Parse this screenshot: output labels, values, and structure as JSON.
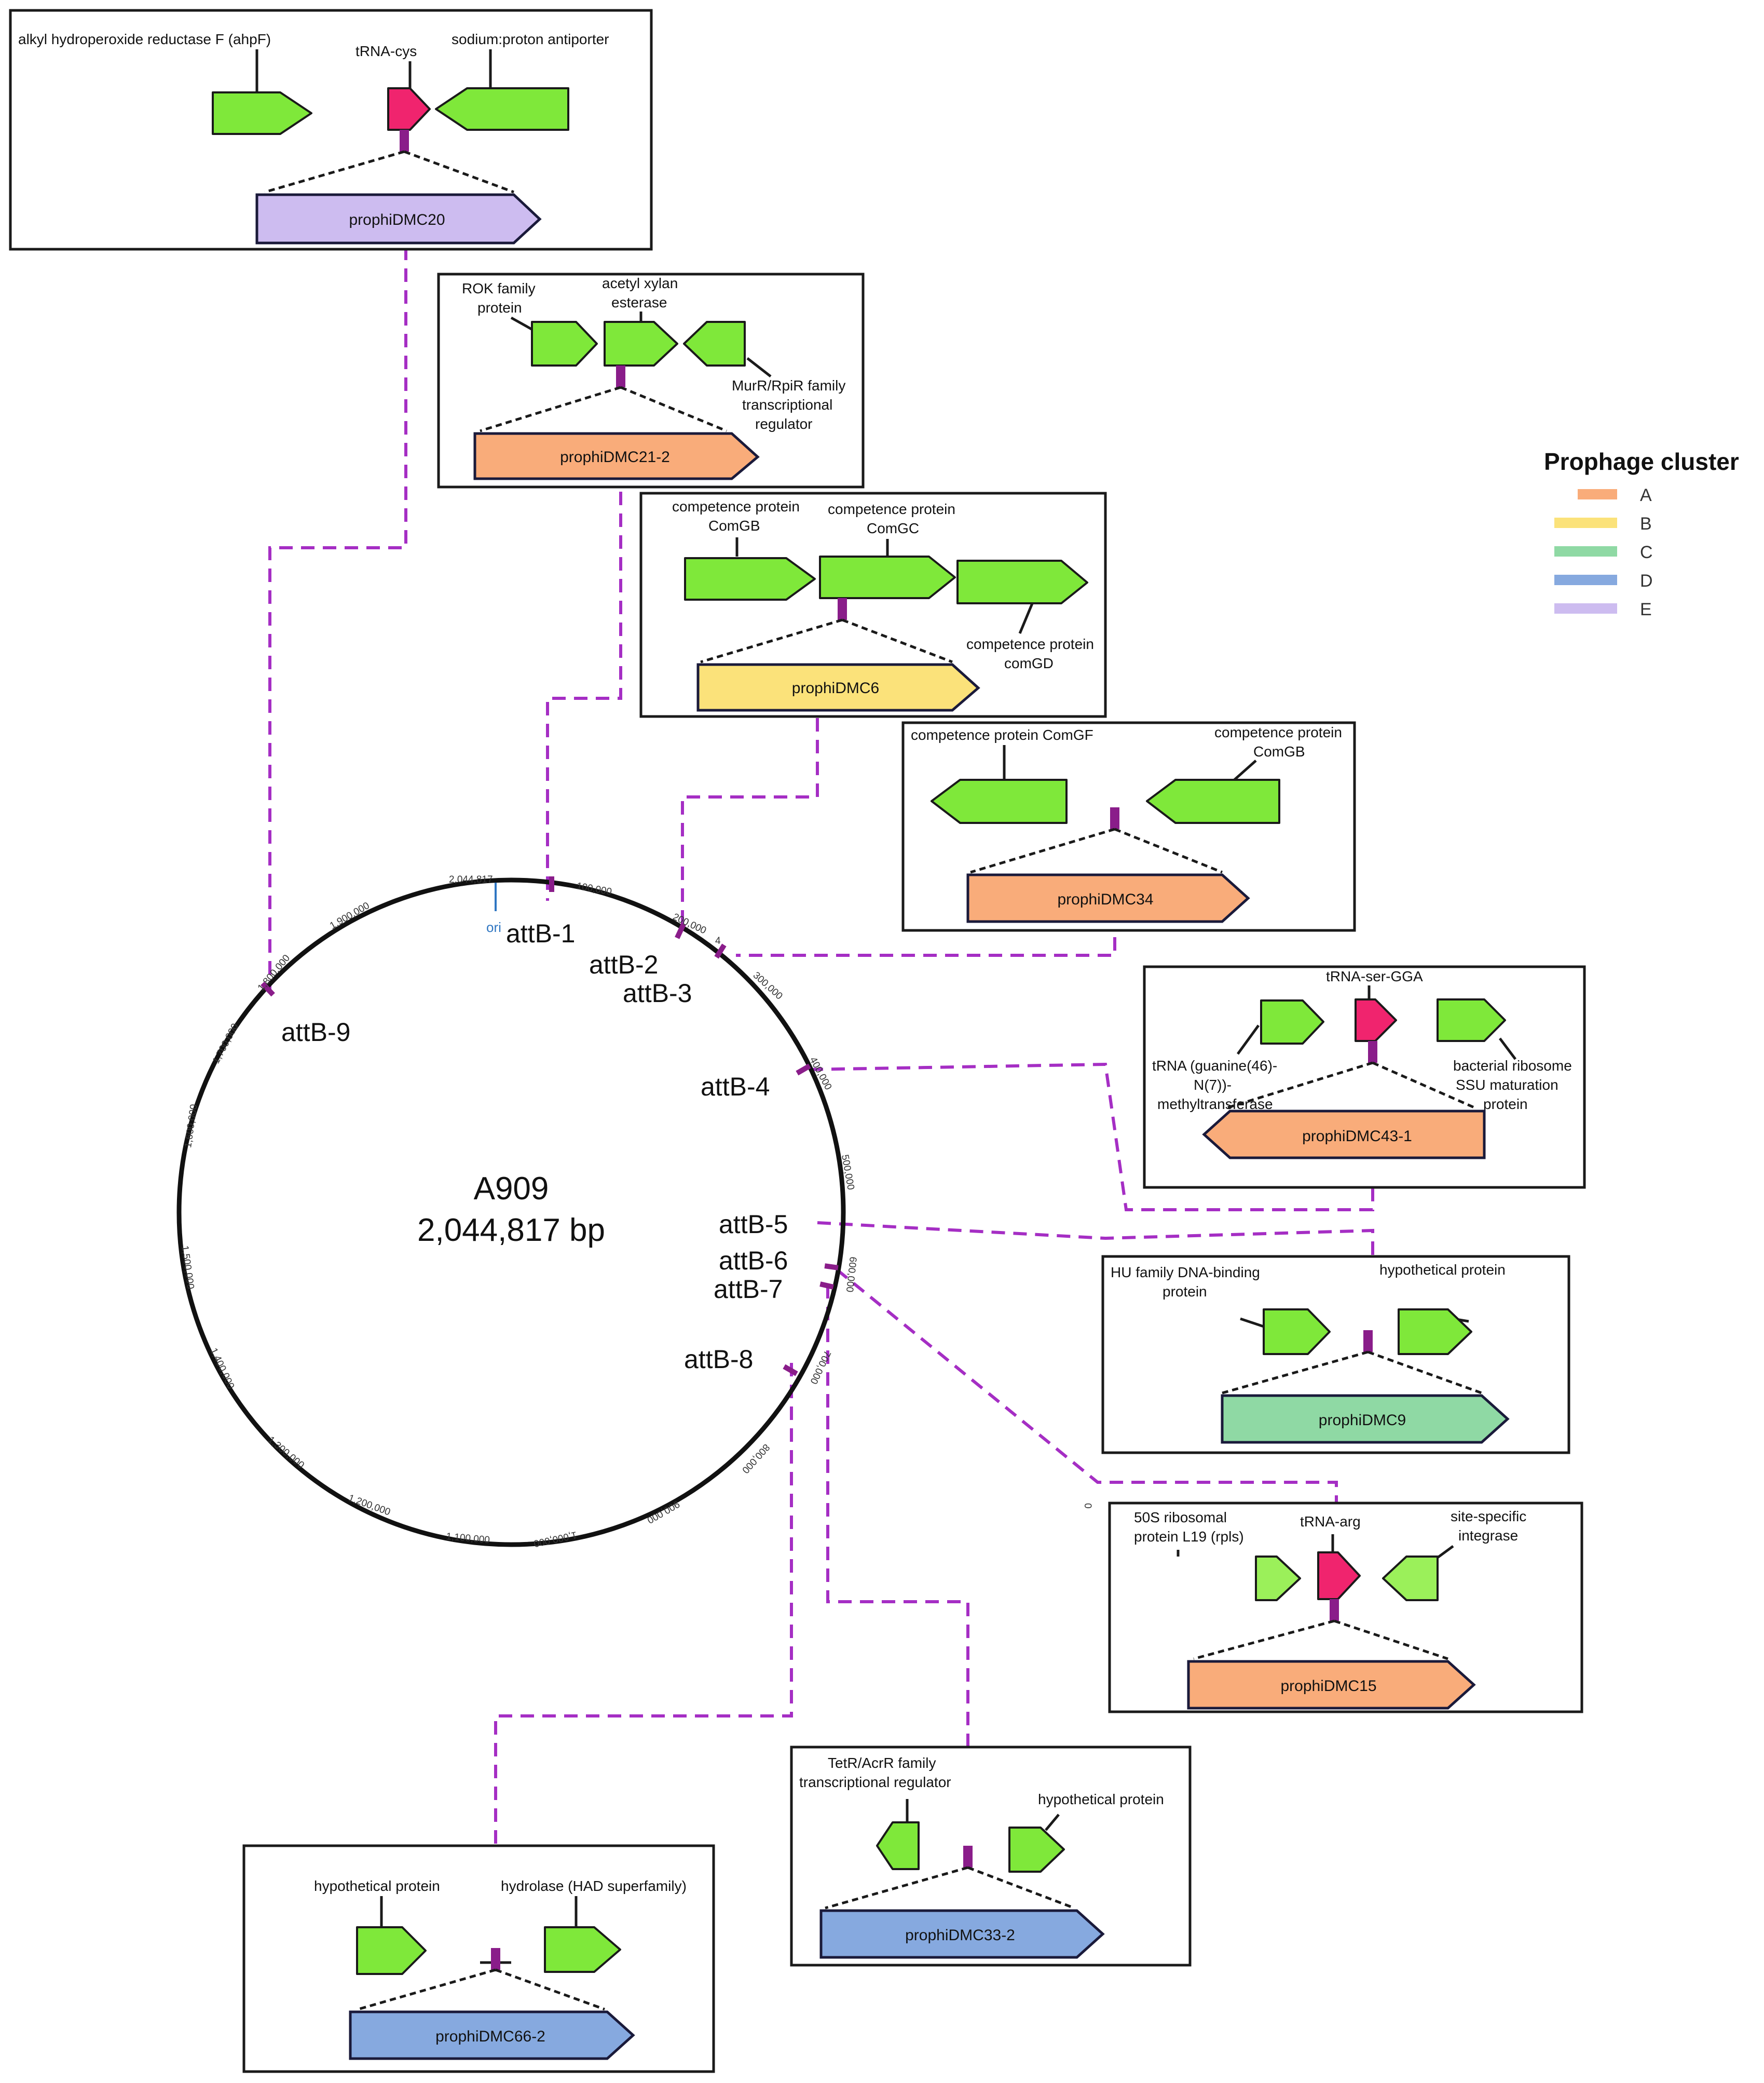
{
  "genome": {
    "name": "A909",
    "size_label": "2,044,817 bp",
    "ori_label": "ori"
  },
  "ticks": [
    "2,044,817",
    "100,000",
    "200,000",
    "300,000",
    "400,000",
    "500,000",
    "600,000",
    "700,000",
    "800,000",
    "900,000",
    "1,000,000",
    "1,100,000",
    "1,200,000",
    "1,300,000",
    "1,400,000",
    "1,500,000",
    "1,600,000",
    "1,700,000",
    "1,800,000",
    "1,900,000"
  ],
  "ticks_extra": {
    "near_attb3": "4",
    "stray": "0"
  },
  "att_sites": [
    "attB-1",
    "attB-2",
    "attB-3",
    "attB-4",
    "attB-5",
    "attB-6",
    "attB-7",
    "attB-8",
    "attB-9"
  ],
  "legend": {
    "title": "Prophage cluster",
    "items": [
      {
        "label": "A",
        "color": "#f9ac7a"
      },
      {
        "label": "B",
        "color": "#fbe27a"
      },
      {
        "label": "C",
        "color": "#8fd9a4"
      },
      {
        "label": "D",
        "color": "#86a9df"
      },
      {
        "label": "E",
        "color": "#cdbcf0"
      }
    ]
  },
  "colors": {
    "gene": "#7fe83a",
    "trna": "#f0246e",
    "att_marker": "#8a1d8a",
    "connector": "#a52ec4"
  },
  "panels": {
    "dmc20": {
      "prophage": "prophiDMC20",
      "genes": [
        "alkyl hydroperoxide reductase F (ahpF)",
        "tRNA-cys",
        "sodium:proton antiporter"
      ]
    },
    "dmc21": {
      "prophage": "prophiDMC21-2",
      "genes": [
        "ROK family",
        "protein",
        "acetyl xylan",
        "esterase",
        "MurR/RpiR family",
        "transcriptional",
        "regulator"
      ]
    },
    "dmc6": {
      "prophage": "prophiDMC6",
      "genes": [
        "competence protein",
        "ComGB",
        "competence protein",
        "ComGC",
        "competence protein",
        "comGD"
      ]
    },
    "dmc34": {
      "prophage": "prophiDMC34",
      "genes": [
        "competence protein ComGF",
        "competence protein",
        "ComGB"
      ]
    },
    "dmc43": {
      "prophage": "prophiDMC43-1",
      "genes": [
        "tRNA-ser-GGA",
        "tRNA (guanine(46)-",
        "N(7))-",
        "methyltransferase",
        "bacterial ribosome",
        "SSU maturation",
        "protein"
      ]
    },
    "dmc9": {
      "prophage": "prophiDMC9",
      "genes": [
        "HU family DNA-binding",
        "protein",
        "hypothetical protein"
      ]
    },
    "dmc15": {
      "prophage": "prophiDMC15",
      "genes": [
        "50S ribosomal",
        "protein L19 (rpls)",
        "tRNA-arg",
        "site-specific",
        "integrase"
      ]
    },
    "dmc33": {
      "prophage": "prophiDMC33-2",
      "genes": [
        "TetR/AcrR family",
        "transcriptional regulator",
        "hypothetical protein"
      ]
    },
    "dmc66": {
      "prophage": "prophiDMC66-2",
      "genes": [
        "hypothetical protein",
        "hydrolase (HAD superfamily)"
      ]
    }
  }
}
